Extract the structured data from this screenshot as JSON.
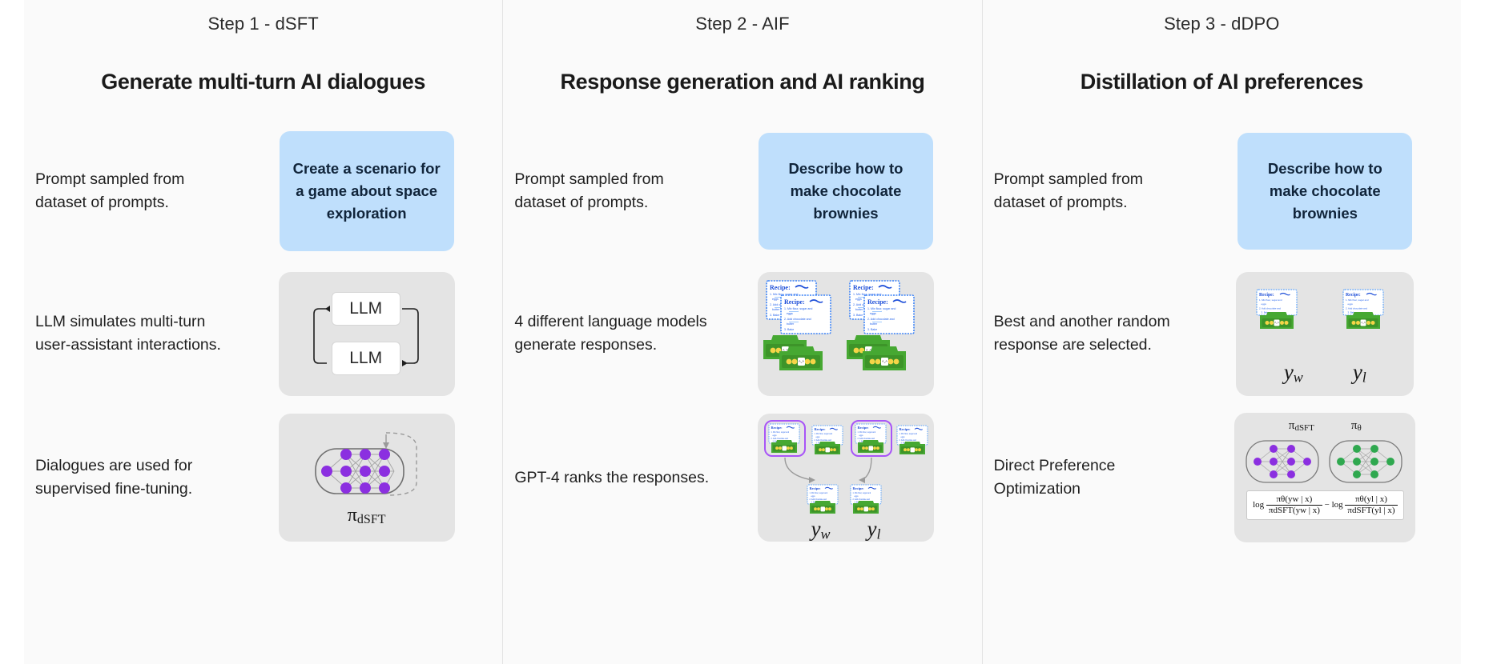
{
  "figure": {
    "background": "#ffffff",
    "panel_bg": "#fafafa",
    "accent_prompt": "#bfdffc",
    "accent_panel": "#e4e4e4",
    "node_purple": "#8b2fe0",
    "node_green": "#2fa84f",
    "highlight_purple": "#a855f7"
  },
  "columns": [
    {
      "step_label": "Step 1 - dSFT",
      "title": "Generate multi-turn AI dialogues",
      "rows": [
        {
          "caption": "Prompt sampled from dataset of prompts.",
          "visual": "prompt-bubble",
          "bubble_text": "Create a scenario for a game about space exploration"
        },
        {
          "caption": "LLM simulates multi-turn user-assistant interactions.",
          "visual": "llm-loop",
          "box_top": "LLM",
          "box_bottom": "LLM"
        },
        {
          "caption": "Dialogues are used for supervised fine-tuning.",
          "visual": "neural-net",
          "pi_main": "π",
          "pi_sub": "dSFT"
        }
      ]
    },
    {
      "step_label": "Step 2 - AIF",
      "title": "Response generation and AI ranking",
      "rows": [
        {
          "caption": "Prompt sampled from dataset of prompts.",
          "visual": "prompt-bubble",
          "bubble_text": "Describe how to make chocolate brownies"
        },
        {
          "caption": "4 different language models generate responses.",
          "visual": "recipe-cards-4",
          "card_title": "Recipe:",
          "card_lines": [
            "1. Mix flour, sugar and",
            "eggs",
            "2. Add chocolate and",
            "butter",
            "3. Bake"
          ]
        },
        {
          "caption": "GPT-4 ranks the responses.",
          "visual": "ranking",
          "label_w": "y",
          "label_w_sub": "w",
          "label_l": "y",
          "label_l_sub": "l"
        }
      ]
    },
    {
      "step_label": "Step 3 - dDPO",
      "title": "Distillation of AI preferences",
      "rows": [
        {
          "caption": "Prompt sampled from dataset of prompts.",
          "visual": "prompt-bubble",
          "bubble_text": "Describe how to make chocolate brownies"
        },
        {
          "caption": "Best and another random response are selected.",
          "visual": "two-cards",
          "label_w": "y",
          "label_w_sub": "w",
          "label_l": "y",
          "label_l_sub": "l"
        },
        {
          "caption": "Direct Preference Optimization",
          "visual": "dpo",
          "pi_dsft": "π",
          "pi_dsft_sub": "dSFT",
          "pi_theta": "π",
          "pi_theta_sub": "θ",
          "formula": {
            "log1": "log",
            "num1": "πθ(yw | x)",
            "den1": "πdSFT(yw | x)",
            "minus": "−",
            "log2": "log",
            "num2": "πθ(yl | x)",
            "den2": "πdSFT(yl | x)"
          }
        }
      ]
    }
  ]
}
